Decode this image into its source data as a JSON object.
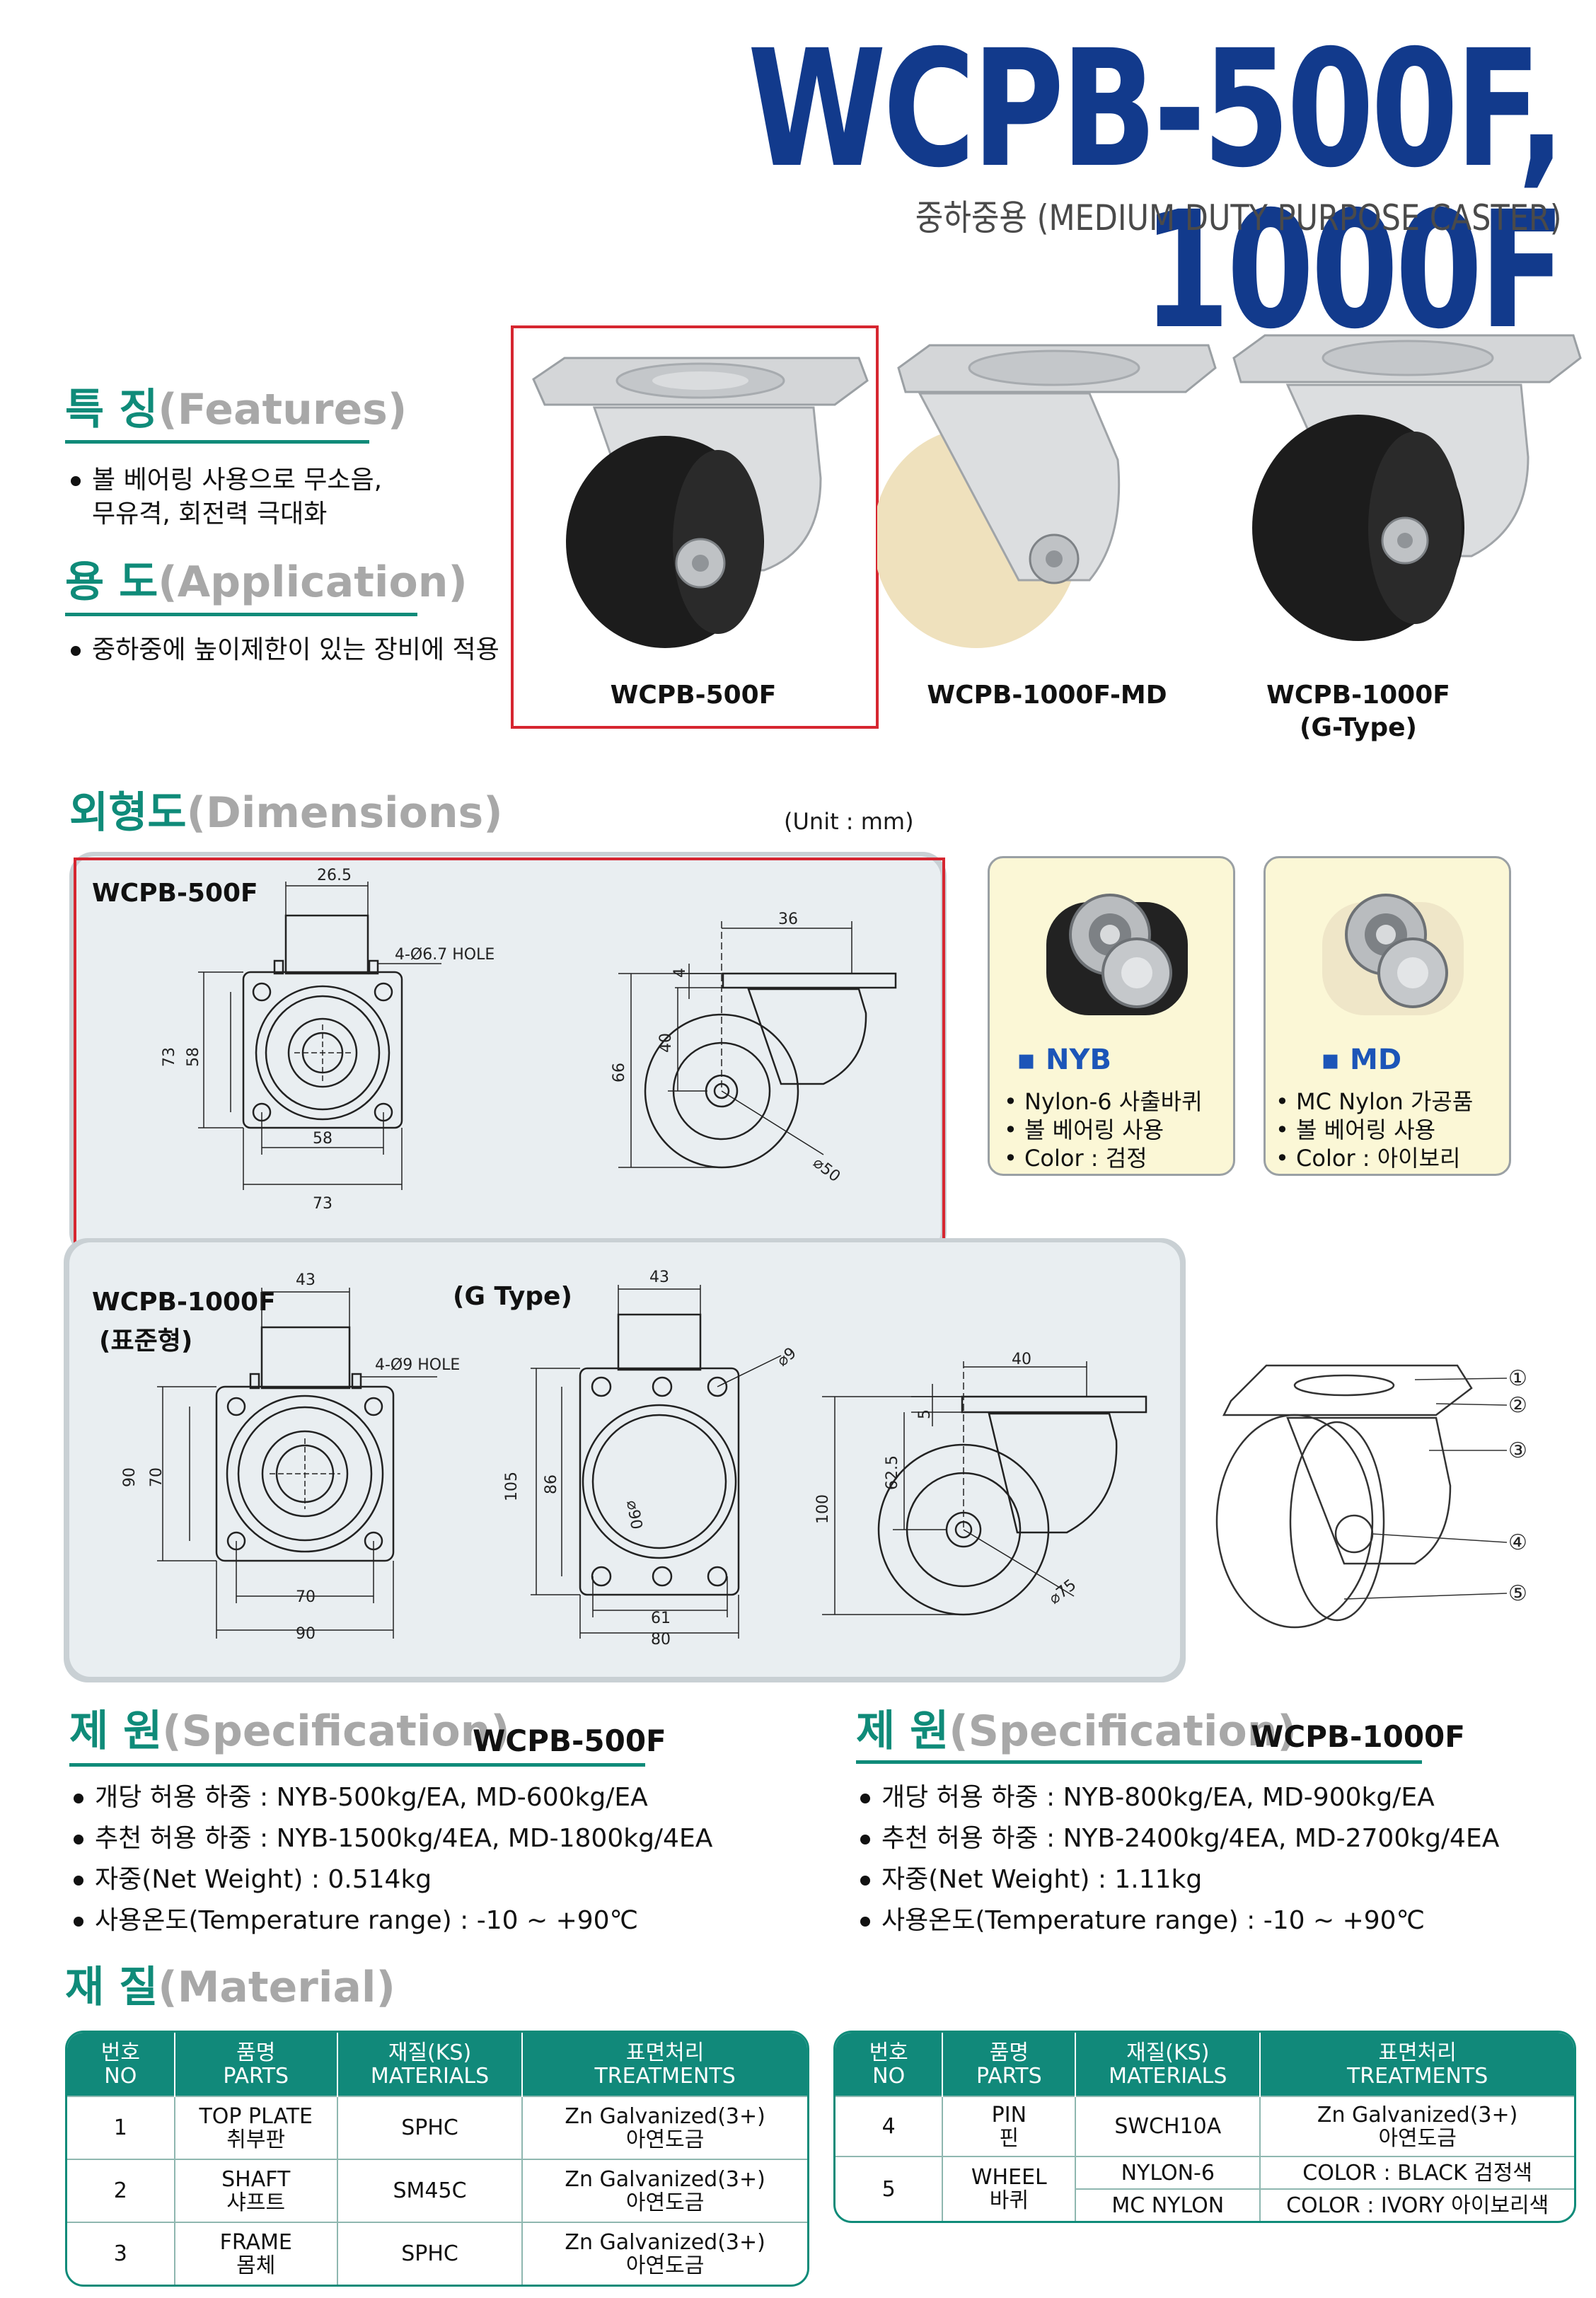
{
  "title": "WCPB-500F, 1000F",
  "subtitle": "중하중용 (MEDIUM DUTY PURPOSE CASTER)",
  "features": {
    "title_ko": "특 징",
    "title_en": "(Features)",
    "lines": [
      "볼 베어링 사용으로 무소음,",
      "무유격, 회전력 극대화"
    ]
  },
  "application": {
    "title_ko": "용 도",
    "title_en": "(Application)",
    "lines": [
      "중하중에 높이제한이 있는 장비에 적용"
    ]
  },
  "products": [
    {
      "caption": "WCPB-500F",
      "wheel_color": "#1c1c1c"
    },
    {
      "caption": "WCPB-1000F-MD",
      "wheel_color": "#efe1bd"
    },
    {
      "caption": "WCPB-1000F",
      "caption2": "(G-Type)",
      "wheel_color": "#1c1c1c"
    }
  ],
  "dimensions": {
    "title_ko": "외형도",
    "title_en": "(Dimensions)",
    "unit": "(Unit : mm)",
    "wcpb500f": {
      "label": "WCPB-500F",
      "top_width": "26.5",
      "hole": "4-Ø6.7 HOLE",
      "h_outer": "73",
      "h_inner": "58",
      "w_inner": "58",
      "w_outer": "73",
      "side_offset": "36",
      "plate_t": "4",
      "h_axle": "40",
      "h_total": "66",
      "wheel_d": "⌀50"
    },
    "wcpb1000f": {
      "label": "WCPB-1000F",
      "label2": "(표준형)",
      "gtype_label": "(G Type)",
      "top_width": "43",
      "hole": "4-Ø9 HOLE",
      "h_outer": "90",
      "h_inner": "70",
      "w_inner": "70",
      "w_outer": "90",
      "g_top_width": "43",
      "g_hole_d": "⌀9",
      "g_h_outer": "105",
      "g_h_inner": "86",
      "g_bore": "⌀90",
      "g_w_inner": "61",
      "g_w_outer": "80",
      "side_offset": "40",
      "plate_t": "5",
      "h_axle": "62.5",
      "h_total": "100",
      "wheel_d": "⌀75"
    },
    "callouts": [
      "①",
      "②",
      "③",
      "④",
      "⑤"
    ]
  },
  "wheels": [
    {
      "title": "▪ NYB",
      "lines": [
        "• Nylon-6 사출바퀴",
        "• 볼 베어링 사용",
        "• Color : 검정"
      ],
      "color": "#222222"
    },
    {
      "title": "▪ MD",
      "lines": [
        "• MC Nylon 가공품",
        "• 볼 베어링 사용",
        "• Color : 아이보리"
      ],
      "color": "#efe6c8"
    }
  ],
  "specification": [
    {
      "title_ko": "제 원",
      "title_en": "(Specification)",
      "model": "WCPB-500F",
      "lines": [
        "개당 허용 하중 : NYB-500kg/EA, MD-600kg/EA",
        "추천 허용 하중 : NYB-1500kg/4EA, MD-1800kg/4EA",
        "자중(Net Weight) : 0.514kg",
        "사용온도(Temperature range) : -10 ~ +90℃"
      ]
    },
    {
      "title_ko": "제 원",
      "title_en": "(Specification)",
      "model": "WCPB-1000F",
      "lines": [
        "개당 허용 하중 : NYB-800kg/EA, MD-900kg/EA",
        "추천 허용 하중 : NYB-2400kg/4EA, MD-2700kg/4EA",
        "자중(Net Weight) : 1.11kg",
        "사용온도(Temperature range) : -10 ~ +90℃"
      ]
    }
  ],
  "material": {
    "title_ko": "재 질",
    "title_en": "(Material)",
    "headers": [
      {
        "ko": "번호",
        "en": "NO"
      },
      {
        "ko": "품명",
        "en": "PARTS"
      },
      {
        "ko": "재질(KS)",
        "en": "MATERIALS"
      },
      {
        "ko": "표면처리",
        "en": "TREATMENTS"
      }
    ],
    "left_rows": [
      {
        "no": "1",
        "part_en": "TOP PLATE",
        "part_ko": "취부판",
        "mat": "SPHC",
        "treat1": "Zn Galvanized(3+)",
        "treat2": "아연도금"
      },
      {
        "no": "2",
        "part_en": "SHAFT",
        "part_ko": "샤프트",
        "mat": "SM45C",
        "treat1": "Zn Galvanized(3+)",
        "treat2": "아연도금"
      },
      {
        "no": "3",
        "part_en": "FRAME",
        "part_ko": "몸체",
        "mat": "SPHC",
        "treat1": "Zn Galvanized(3+)",
        "treat2": "아연도금"
      }
    ],
    "right_rows": {
      "pin": {
        "no": "4",
        "part_en": "PIN",
        "part_ko": "핀",
        "mat": "SWCH10A",
        "treat1": "Zn Galvanized(3+)",
        "treat2": "아연도금"
      },
      "wheel": {
        "no": "5",
        "part_en": "WHEEL",
        "part_ko": "바퀴",
        "mat1": "NYLON-6",
        "treat1": "COLOR : BLACK 검정색",
        "mat2": "MC NYLON",
        "treat2": "COLOR : IVORY 아이보리색"
      }
    }
  }
}
